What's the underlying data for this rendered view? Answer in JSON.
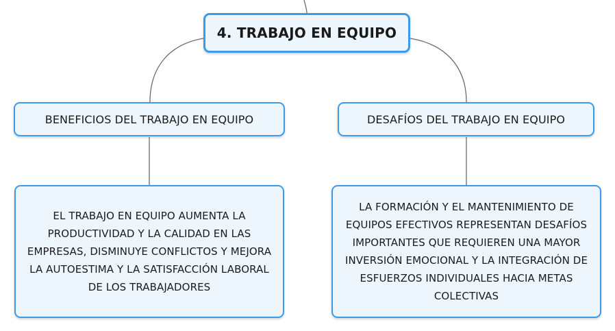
{
  "diagram": {
    "root": {
      "label": "4. TRABAJO EN EQUIPO"
    },
    "branches": [
      {
        "label": "BENEFICIOS DEL TRABAJO EN EQUIPO",
        "detail": "EL TRABAJO EN EQUIPO AUMENTA LA PRODUCTIVIDAD Y LA CALIDAD EN LAS EMPRESAS, DISMINUYE CONFLICTOS Y MEJORA LA AUTOESTIMA Y LA SATISFACCIÓN LABORAL DE LOS TRABAJADORES"
      },
      {
        "label": "DESAFÍOS DEL TRABAJO EN EQUIPO",
        "detail": "LA FORMACIÓN Y EL MANTENIMIENTO DE EQUIPOS EFECTIVOS REPRESENTAN DESAFÍOS IMPORTANTES QUE REQUIEREN UNA MAYOR INVERSIÓN EMOCIONAL Y LA INTEGRACIÓN DE ESFUERZOS INDIVIDUALES HACIA METAS COLECTIVAS"
      }
    ],
    "colors": {
      "border": "#3b9bea",
      "fill": "#eef6fd",
      "connector": "#6b6b6b"
    }
  }
}
